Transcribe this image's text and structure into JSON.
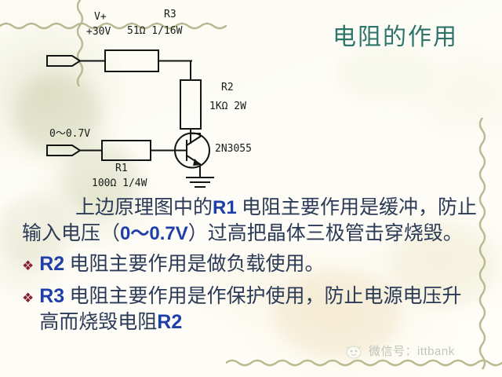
{
  "slide": {
    "title": "电阻的作用",
    "title_color": "#2f7468",
    "background_color": "#fdfdf8"
  },
  "circuit": {
    "supply_label_line1": "V+",
    "supply_label_line2": "+30V",
    "input_label": "0～0.7V",
    "r3": {
      "name": "R3",
      "value": "51Ω  1/16W"
    },
    "r2": {
      "name": "R2",
      "value": "1KΩ  2W"
    },
    "r1": {
      "name": "R1",
      "value": "100Ω  1/4W"
    },
    "transistor": "2N3055"
  },
  "content": {
    "paragraph": {
      "seg1": "上边原理图中的",
      "hl1": "R1",
      "seg2": " 电阻主要作用是缓冲，防止输入电压（",
      "hl2": "0～0.7V",
      "seg3": "）过高把晶体三极管击穿烧毁。"
    },
    "bullets": [
      {
        "marker": "❖",
        "hl": "R2",
        "text": " 电阻主要作用是做负载使用。"
      },
      {
        "marker": "❖",
        "hl": "R3",
        "text_before": " 电阻主要作用是作保护使用，防止电源电压升高而烧毁电阻",
        "hl2": "R2"
      }
    ],
    "highlight_color": "#1f3fa8",
    "text_color": "#2b3a56",
    "bullet_color": "#8a2030"
  },
  "watermark": {
    "text": "微信号：ittbank",
    "icon": "cartoon-face-icon"
  }
}
